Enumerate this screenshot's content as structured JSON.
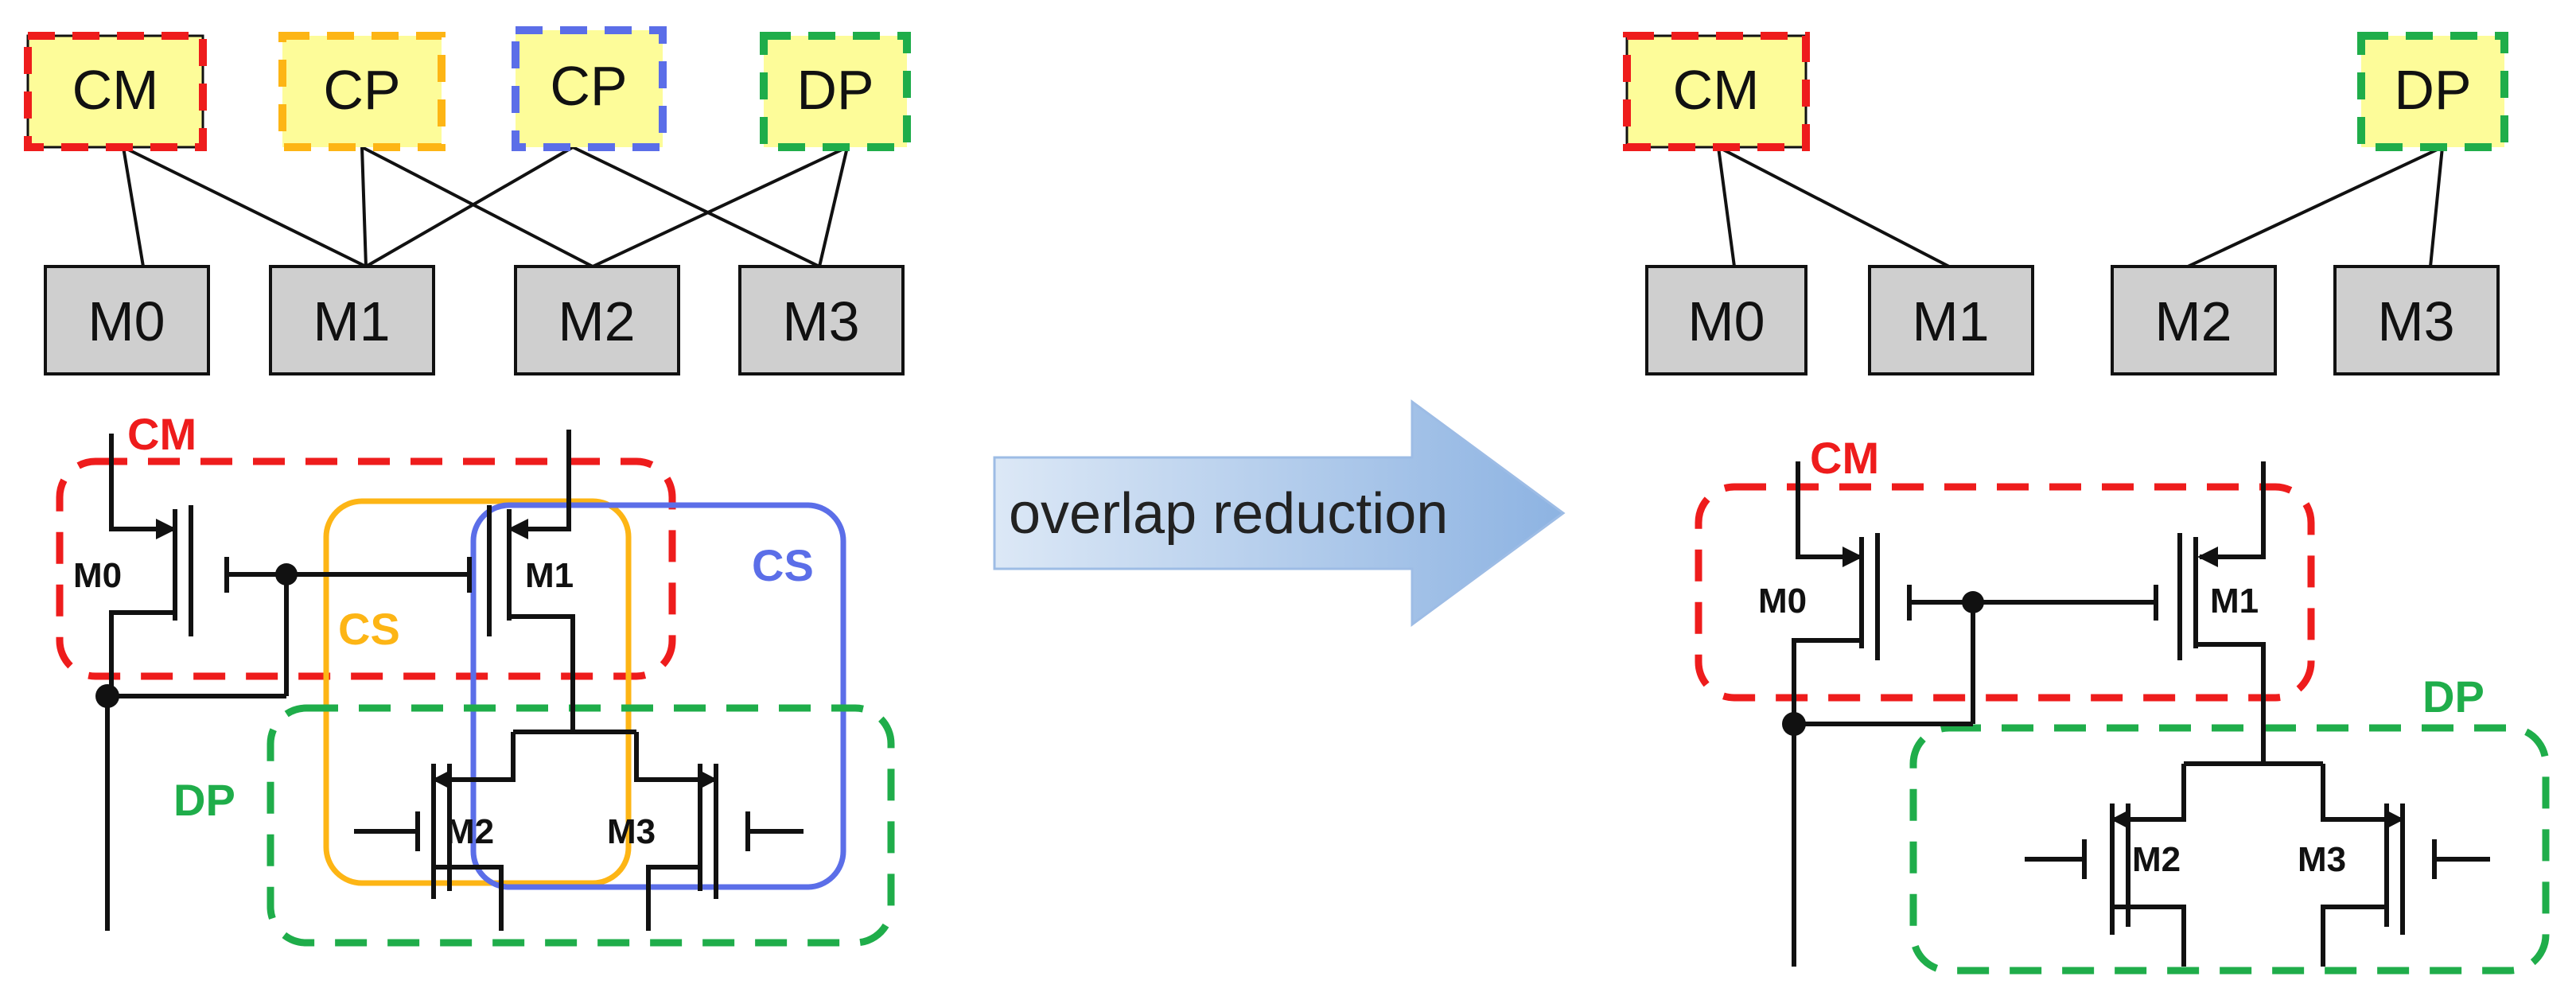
{
  "colors": {
    "cm": "#EE1C1C",
    "cp_orange": "#FDB515",
    "cp_blue": "#5B6EE8",
    "dp": "#1FAD4A",
    "group_fill": "#FDFC99",
    "device_fill": "#CFCFCF",
    "arrow_fill_start": "#DCE8F6",
    "arrow_fill_end": "#8DB3E2"
  },
  "arrow_label": "overlap reduction",
  "left": {
    "groups": [
      {
        "label": "CM",
        "color": "cm"
      },
      {
        "label": "CP",
        "color": "cp_orange"
      },
      {
        "label": "CP",
        "color": "cp_blue"
      },
      {
        "label": "DP",
        "color": "dp"
      }
    ],
    "devices": [
      "M0",
      "M1",
      "M2",
      "M3"
    ],
    "edges": [
      [
        0,
        0
      ],
      [
        0,
        1
      ],
      [
        1,
        1
      ],
      [
        1,
        2
      ],
      [
        2,
        1
      ],
      [
        2,
        3
      ],
      [
        3,
        2
      ],
      [
        3,
        3
      ]
    ],
    "circuit": {
      "region_labels": {
        "cm": "CM",
        "cs_orange": "CS",
        "cs_blue": "CS",
        "dp": "DP"
      },
      "transistors": {
        "m0": "M0",
        "m1": "M1",
        "m2": "M2",
        "m3": "M3"
      }
    }
  },
  "right": {
    "groups": [
      {
        "label": "CM",
        "color": "cm"
      },
      {
        "label": "DP",
        "color": "dp"
      }
    ],
    "devices": [
      "M0",
      "M1",
      "M2",
      "M3"
    ],
    "edges": [
      [
        0,
        0
      ],
      [
        0,
        1
      ],
      [
        1,
        2
      ],
      [
        1,
        3
      ]
    ],
    "circuit": {
      "region_labels": {
        "cm": "CM",
        "dp": "DP"
      },
      "transistors": {
        "m0": "M0",
        "m1": "M1",
        "m2": "M2",
        "m3": "M3"
      }
    }
  }
}
